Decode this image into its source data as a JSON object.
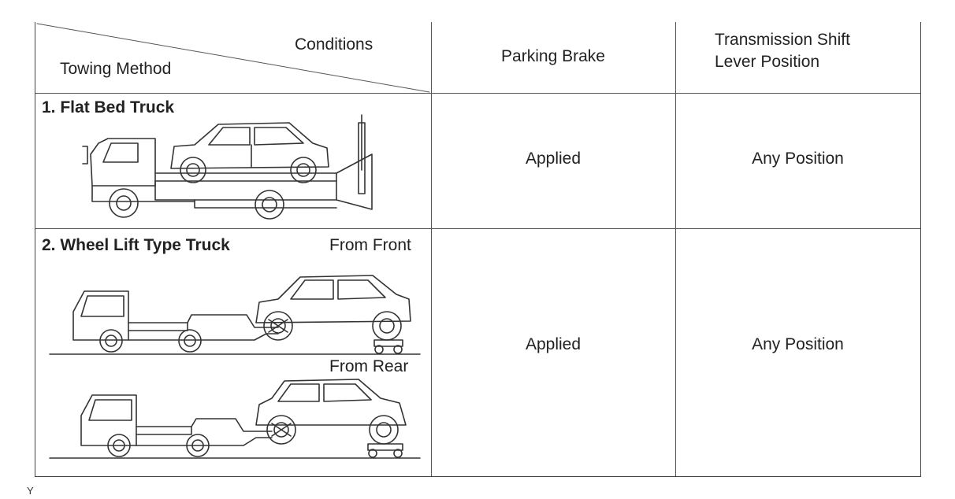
{
  "header": {
    "conditions_label": "Conditions",
    "towing_method_label": "Towing Method",
    "parking_brake_label": "Parking Brake",
    "transmission_label_line1": "Transmission Shift",
    "transmission_label_line2": "Lever Position"
  },
  "rows": [
    {
      "method": "1. Flat Bed Truck",
      "parking_brake": "Applied",
      "shift_position": "Any Position"
    },
    {
      "method": "2. Wheel Lift Type Truck",
      "from_front_label": "From Front",
      "from_rear_label": "From Rear",
      "parking_brake": "Applied",
      "shift_position": "Any Position"
    }
  ],
  "footnote": "Y"
}
